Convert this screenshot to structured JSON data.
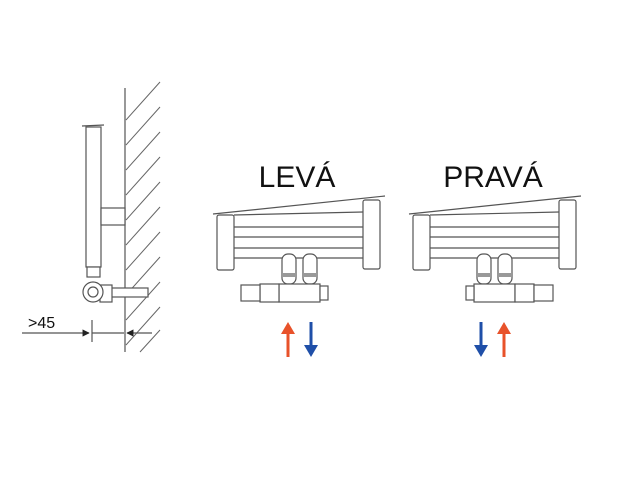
{
  "side_view": {
    "dimension_label": ">45"
  },
  "left_variant": {
    "label": "LEVÁ",
    "arrows": [
      "up",
      "down"
    ]
  },
  "right_variant": {
    "label": "PRAVÁ",
    "arrows": [
      "down",
      "up"
    ]
  },
  "colors": {
    "hot": "#e8522a",
    "cold": "#1f4fa8",
    "line": "#555555"
  }
}
